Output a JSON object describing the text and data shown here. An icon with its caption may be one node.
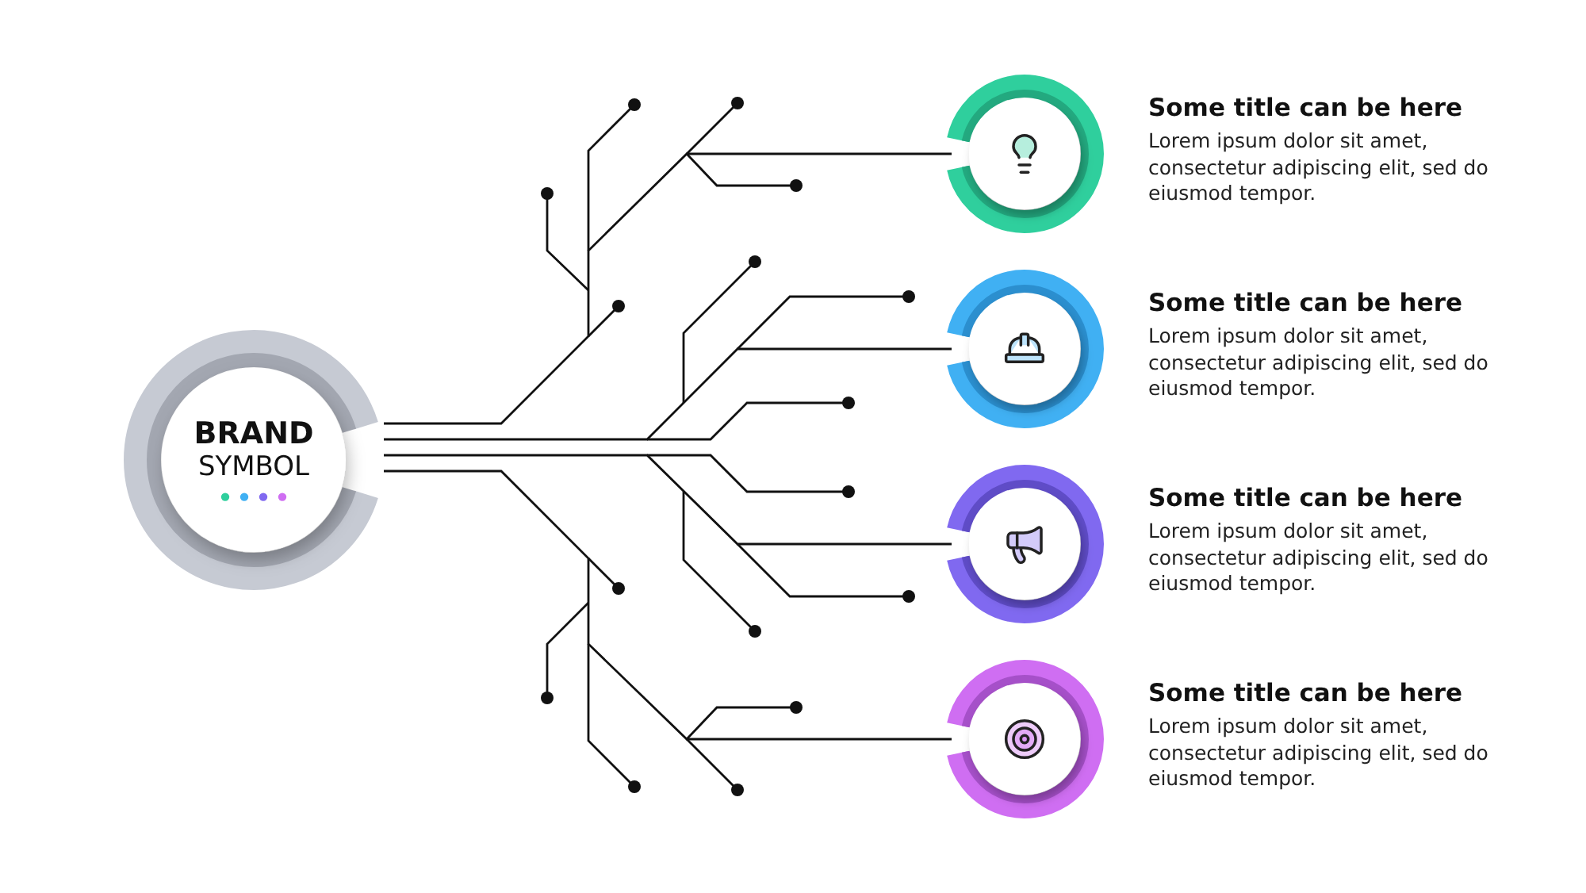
{
  "diagram": {
    "nodes": [
      {
        "text": [
          "BRAND",
          "SYMBOL"
        ]
      },
      {
        "text": [
          "Some title can be here",
          "Lorem ipsum dolor sit amet, consectetur adipiscing elit, sed do eiusmod tempor."
        ]
      },
      {
        "text": [
          "Some title can be here",
          "Lorem ipsum dolor sit amet, consectetur adipiscing elit, sed do eiusmod tempor."
        ]
      },
      {
        "text": [
          "Some title can be here",
          "Lorem ipsum dolor sit amet, consectetur adipiscing elit, sed do eiusmod tempor."
        ]
      },
      {
        "text": [
          "Some title can be here",
          "Lorem ipsum dolor sit amet, consectetur adipiscing elit, sed do eiusmod tempor."
        ]
      }
    ],
    "edges": [
      {
        "from": 0,
        "to": 1,
        "arrow": "none"
      },
      {
        "from": 0,
        "to": 2,
        "arrow": "none"
      },
      {
        "from": 0,
        "to": 3,
        "arrow": "none"
      },
      {
        "from": 0,
        "to": 4,
        "arrow": "none"
      }
    ]
  }
}
